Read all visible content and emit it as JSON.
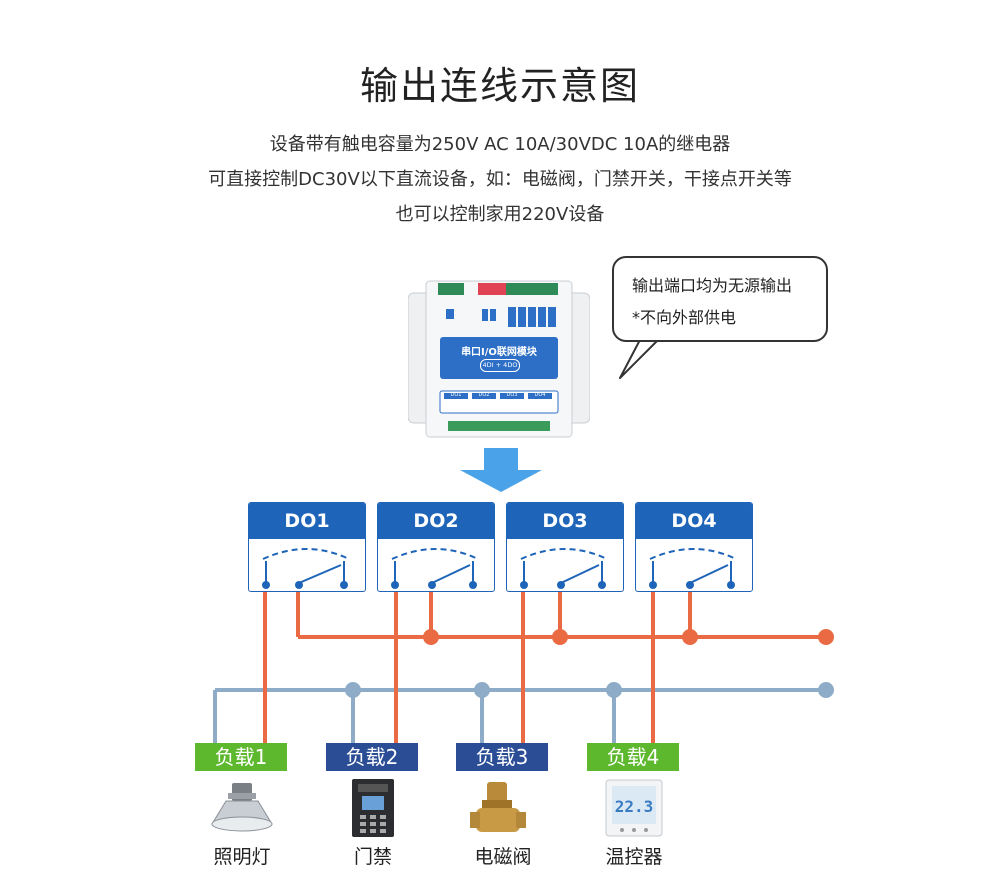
{
  "title": "输出连线示意图",
  "description": [
    "设备带有触电容量为250V AC 10A/30VDC 10A的继电器",
    "可直接控制DC30V以下直流设备，如：电磁阀，门禁开关，干接点开关等",
    "也可以控制家用220V设备"
  ],
  "callout": [
    "输出端口均为无源输出",
    "*不向外部供电"
  ],
  "device": {
    "name": "串口I/O联网模块",
    "subtitle": "4DI + 4DO",
    "relay_labels": [
      "DO1",
      "DO2",
      "DO3",
      "DO4"
    ]
  },
  "outputs": [
    {
      "label": "DO1"
    },
    {
      "label": "DO2"
    },
    {
      "label": "DO3"
    },
    {
      "label": "DO4"
    }
  ],
  "loads": [
    {
      "label": "负载1",
      "caption": "照明灯",
      "color": "#5db82e"
    },
    {
      "label": "负载2",
      "caption": "门禁",
      "color": "#2a4d96"
    },
    {
      "label": "负载3",
      "caption": "电磁阀",
      "color": "#2a4d96"
    },
    {
      "label": "负载4",
      "caption": "温控器",
      "color": "#5db82e"
    }
  ],
  "thermostat_display": "22.3",
  "colors": {
    "blue": "#1e64b8",
    "orange_wire": "#ea6a43",
    "gray_wire": "#8eacc8",
    "arrow": "#4aa3e8"
  }
}
